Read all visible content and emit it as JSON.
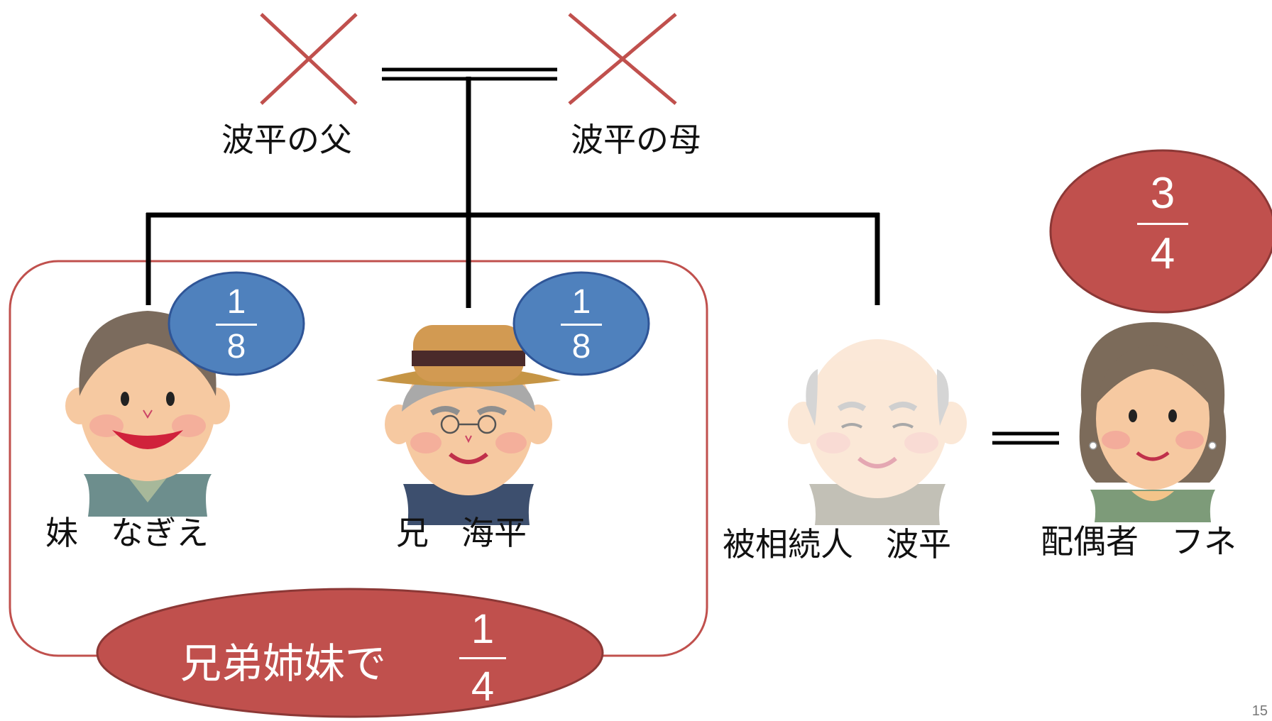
{
  "colors": {
    "accent_red": "#c0504d",
    "share_blue": "#4f81bd",
    "line_black": "#000000",
    "text_white": "#ffffff"
  },
  "icons": {
    "deceased_mark": "cross-mark-icon",
    "person": "elderly-person-icon"
  },
  "parents": {
    "father_label": "波平の父",
    "mother_label": "波平の母"
  },
  "people": {
    "sister_label": "妹　なぎえ",
    "brother_label": "兄　海平",
    "deceased_label": "被相続人　波平",
    "spouse_label": "配偶者　フネ"
  },
  "shares": {
    "sister": {
      "numerator": "1",
      "denominator": "8"
    },
    "brother": {
      "numerator": "1",
      "denominator": "8"
    },
    "spouse": {
      "numerator": "3",
      "denominator": "4"
    },
    "siblings_total": {
      "text": "兄弟姉妹で",
      "numerator": "1",
      "denominator": "4"
    }
  },
  "page_number": "15"
}
